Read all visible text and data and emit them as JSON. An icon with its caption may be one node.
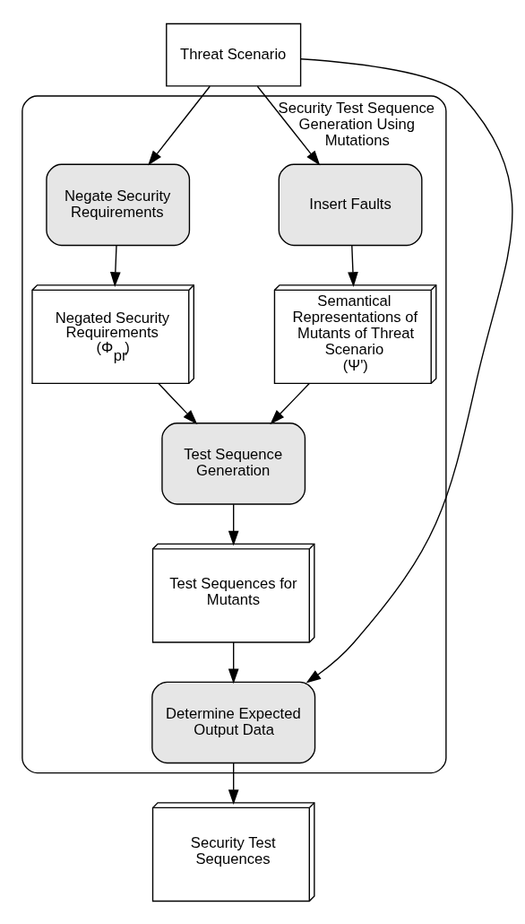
{
  "diagram": {
    "nodes": [
      {
        "text": [
          "Threat Scenario"
        ]
      },
      {
        "text": [
          "Security Test Sequence Generation Using Mutations"
        ]
      },
      {
        "text": [
          "Insert Faults"
        ],
        "in": 1
      },
      {
        "text": [
          "Negate Security Requirements"
        ],
        "in": 1
      },
      {
        "text": [
          "Semantical Representations of Mutants of Threat Scenario",
          "(Ψ')"
        ],
        "in": 1
      },
      {
        "text": [
          "Negated Security Requirements",
          "(Φ$_{pr}$)"
        ],
        "in": 1
      },
      {
        "text": [
          "Test Sequence Generation"
        ],
        "in": 1
      },
      {
        "text": [
          "Test Sequences for Mutants"
        ],
        "in": 1
      },
      {
        "text": [
          "Determine Expected Output Data"
        ],
        "in": 1
      },
      {
        "text": [
          "Security Test Sequences"
        ]
      }
    ],
    "edges": [
      {
        "from": 0,
        "to": 2,
        "arrow": "to"
      },
      {
        "from": 0,
        "to": 3,
        "arrow": "to"
      },
      {
        "from": 0,
        "to": 8,
        "arrow": "to"
      },
      {
        "from": 2,
        "to": 4,
        "arrow": "to"
      },
      {
        "from": 3,
        "to": 5,
        "arrow": "to"
      },
      {
        "from": 4,
        "to": 6,
        "arrow": "to"
      },
      {
        "from": 5,
        "to": 6,
        "arrow": "to"
      },
      {
        "from": 6,
        "to": 7,
        "arrow": "to"
      },
      {
        "from": 7,
        "to": 8,
        "arrow": "to"
      },
      {
        "from": 8,
        "to": 9,
        "arrow": "to"
      }
    ]
  }
}
